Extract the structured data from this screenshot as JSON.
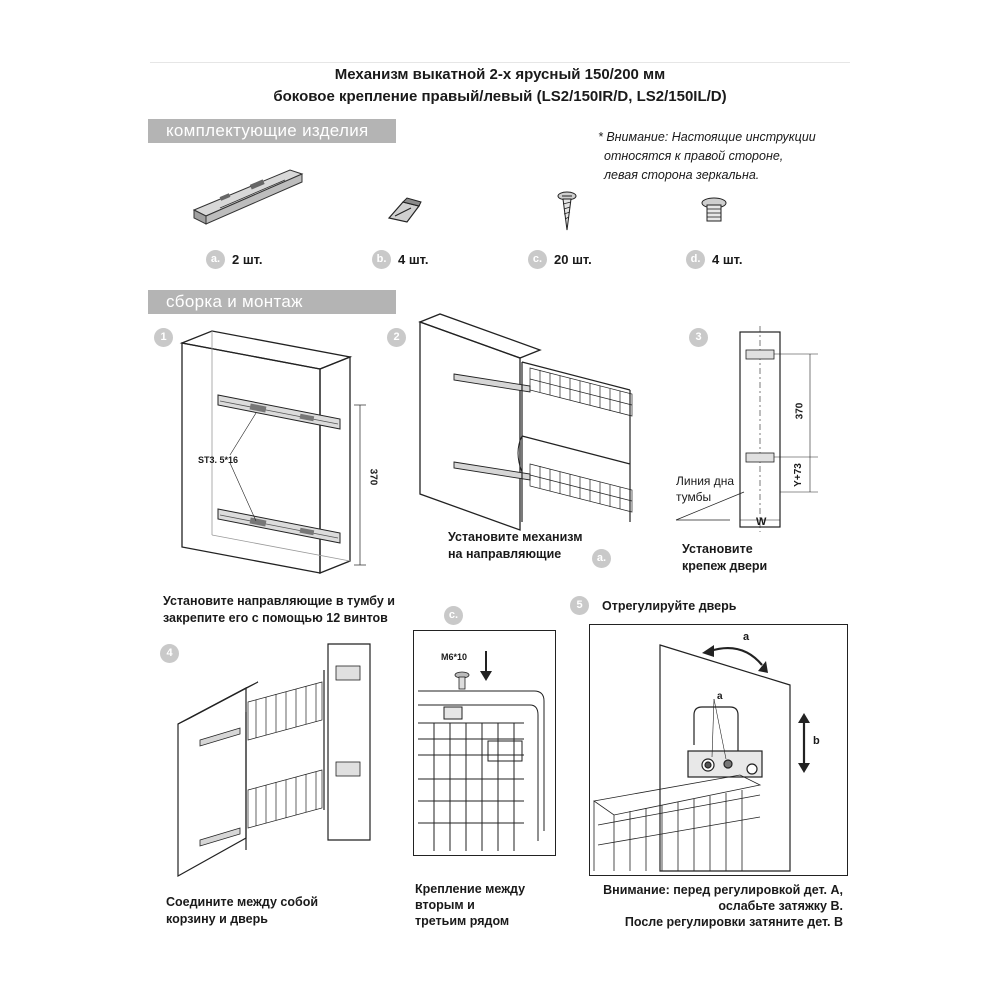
{
  "title": {
    "line1": "Механизм выкатной 2-х ярусный 150/200 мм",
    "line2": "боковое крепление правый/левый  (LS2/150IR/D, LS2/150IL/D)"
  },
  "sections": {
    "parts": "комплектующие изделия",
    "assembly": "сборка и монтаж"
  },
  "note": {
    "line1": "* Внимание: Настоящие инструкции",
    "line2": "относятся к правой стороне,",
    "line3": "левая сторона зеркальна."
  },
  "parts": [
    {
      "letter": "a.",
      "qty": "2 шт.",
      "icon": "drawer-slide-icon"
    },
    {
      "letter": "b.",
      "qty": "4 шт.",
      "icon": "bracket-icon"
    },
    {
      "letter": "c.",
      "qty": "20 шт.",
      "icon": "screw-icon"
    },
    {
      "letter": "d.",
      "qty": "4 шт.",
      "icon": "bolt-icon"
    }
  ],
  "steps": {
    "s1": {
      "num": "1",
      "caption1": "Установите направляющие в тумбу и",
      "caption2": "закрепите его с помощью 12 винтов",
      "screw_label": "ST3. 5*16",
      "dim": "370"
    },
    "s2": {
      "num": "2",
      "caption1": "Установите механизм",
      "caption2": "на направляющие",
      "part": "a."
    },
    "s3": {
      "num": "3",
      "caption1": "Установите",
      "caption2": "крепеж двери",
      "dim1": "370",
      "dim2": "Y+73",
      "width": "W",
      "bottom1": "Линия дна",
      "bottom2": "тумбы"
    },
    "s4": {
      "num": "4",
      "caption1": "Соедините между собой",
      "caption2": "корзину и дверь"
    },
    "sc": {
      "num": "c.",
      "screw_label": "M6*10",
      "caption1": "Крепление между",
      "caption2": "вторым и",
      "caption3": "третьим рядом"
    },
    "s5": {
      "num": "5",
      "title": "Отрегулируйте дверь",
      "label_a_rot": "a",
      "label_a": "a",
      "label_b": "b",
      "caption1": "Внимание: перед регулировкой дет. А,",
      "caption2": "ослабьте затяжку В.",
      "caption3": "После регулировки затяните дет. В"
    }
  }
}
